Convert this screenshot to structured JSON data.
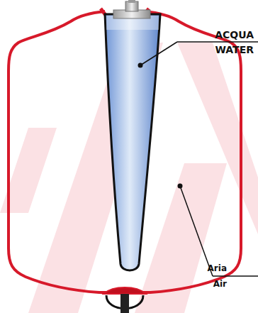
{
  "diagram": {
    "labels": [
      "ACQUA",
      "WATER",
      "Aria",
      "Air"
    ]
  }
}
